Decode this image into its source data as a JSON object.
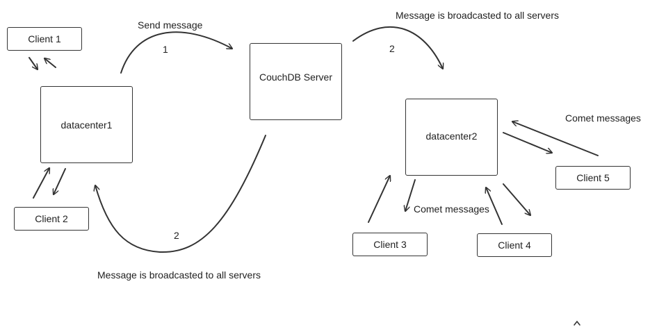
{
  "nodes": {
    "client_1": "Client 1",
    "client_2": "Client 2",
    "client_3": "Client 3",
    "client_4": "Client 4",
    "client_5": "Client 5",
    "datacenter_1": "datacenter1",
    "datacenter_2": "datacenter2",
    "couchdb_server": "CouchDB Server"
  },
  "labels": {
    "send_message": "Send message",
    "step_1": "1",
    "broadcast_top": "Message is broadcasted to all servers",
    "step_2_top": "2",
    "step_2_bottom": "2",
    "broadcast_bottom": "Message is broadcasted to all servers",
    "comet_right": "Comet messages",
    "comet_bottom": "Comet messages"
  },
  "colors": {
    "stroke": "#333333",
    "text": "#1f1f1f"
  }
}
